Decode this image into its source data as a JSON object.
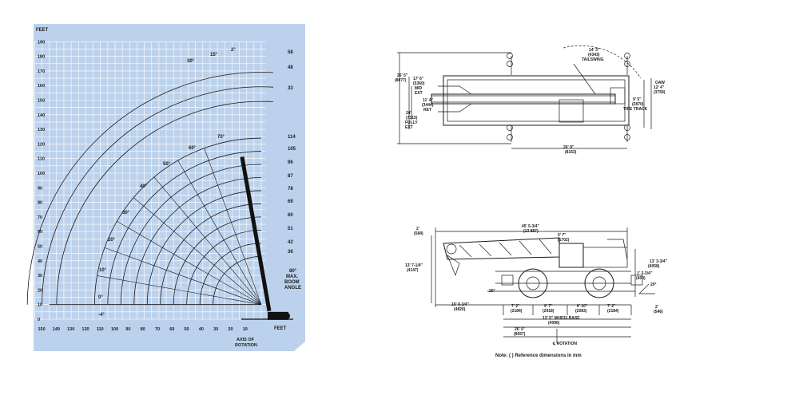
{
  "range_chart": {
    "y_unit_label": "FEET",
    "x_unit_label": "FEET",
    "y_ticks": [
      "190",
      "180",
      "170",
      "160",
      "150",
      "140",
      "130",
      "120",
      "110",
      "100",
      "90",
      "80",
      "70",
      "60",
      "50",
      "40",
      "30",
      "20",
      "10",
      "0"
    ],
    "x_ticks": [
      "150",
      "140",
      "130",
      "120",
      "110",
      "100",
      "90",
      "80",
      "70",
      "60",
      "50",
      "40",
      "30",
      "20",
      "10"
    ],
    "boom_lengths": [
      "58",
      "48",
      "33",
      "114",
      "105",
      "96",
      "87",
      "78",
      "69",
      "60",
      "51",
      "42",
      "36"
    ],
    "boom_angles": [
      "2°",
      "15°",
      "30°",
      "70°",
      "60°",
      "50°",
      "40°",
      "30°",
      "20°",
      "10°",
      "0°",
      "-4°"
    ],
    "max_angle_label": [
      "80°",
      "MAX.",
      "BOOM",
      "ANGLE"
    ],
    "axis_rotation_label": [
      "AXIS OF",
      "ROTATION"
    ],
    "colors": {
      "panel": "#bcd2ec",
      "grid": "#ffffff",
      "curve": "#1a1a1a",
      "boom": "#111111"
    }
  },
  "top_view": {
    "dims": [
      "14' 3\"",
      "(4343)",
      "TAILSWING",
      "26' 5\"",
      "(8077)",
      "17' 6\"",
      "(5360)",
      "MID",
      "EXT",
      "11' 4\"",
      "(3444)",
      "RET",
      "24'",
      "(7315)",
      "FULLY",
      "EXT",
      "OAW",
      "12' 4\"",
      "(3759)",
      "9' 5\"",
      "(2870)",
      "TIRE TRACK",
      "26' 9\"",
      "(8153)"
    ]
  },
  "side_view": {
    "dims": [
      "2'",
      "(584)",
      "45' 5-3/4\"",
      "(13 887)",
      "5' 7\"",
      "(1702)",
      "13' 7-1/4\"",
      "(4147)",
      "13' 3-3/4\"",
      "(4058)",
      "1' 3-3/4\"",
      "(400)",
      "20°",
      "20°",
      "15' 9-3/4\"",
      "(4820)",
      "7' 2\"",
      "(2184)",
      "9' 7\"",
      "(2918)",
      "6' 10\"",
      "(2083)",
      "7' 2\"",
      "(2184)",
      "2'",
      "(546)",
      "13' 5\" WHEELBASE",
      "(4096)",
      "26' 5\"",
      "(8057)",
      "℄ ROTATION"
    ]
  },
  "note": "Note: ( ) Reference dimensions in mm"
}
